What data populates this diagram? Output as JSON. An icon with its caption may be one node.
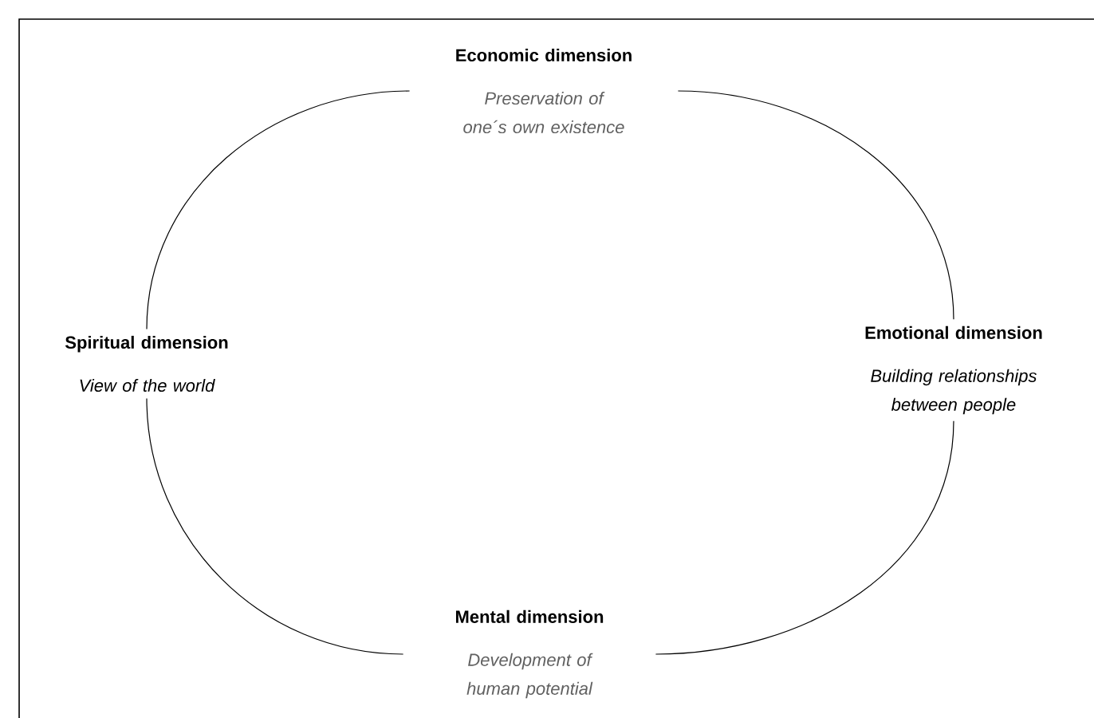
{
  "diagram": {
    "nodes": [
      {
        "text": [
          "Economic dimension",
          "Preservation of one´s own existence"
        ]
      },
      {
        "text": [
          "Spiritual dimension",
          "View of the world"
        ]
      },
      {
        "text": [
          "Emotional dimension",
          "Building relationships between people"
        ]
      },
      {
        "text": [
          "Mental dimension",
          "Development of human potential"
        ]
      }
    ],
    "edges": [
      {
        "from": 0,
        "to": 2,
        "arrow": "none"
      },
      {
        "from": 2,
        "to": 3,
        "arrow": "none"
      },
      {
        "from": 3,
        "to": 1,
        "arrow": "none"
      },
      {
        "from": 1,
        "to": 0,
        "arrow": "none"
      }
    ]
  }
}
